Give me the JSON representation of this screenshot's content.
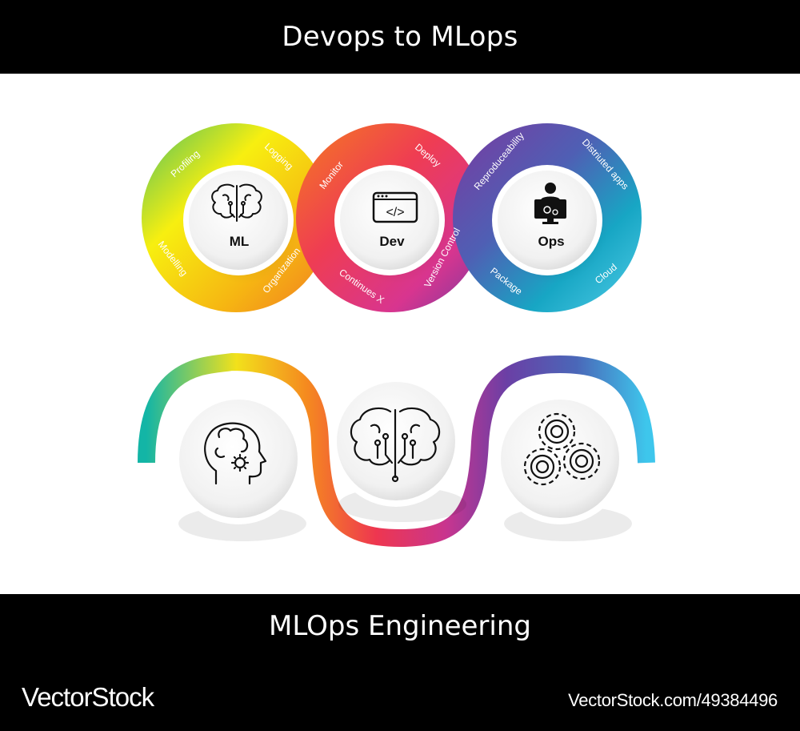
{
  "header": {
    "title": "Devops to MLops"
  },
  "top_diagram": {
    "circles": [
      {
        "label": "ML",
        "icon": "brain-circuit-icon",
        "ring_labels": [
          "Profiling",
          "Logging",
          "Modelling",
          "Organization"
        ]
      },
      {
        "label": "Dev",
        "icon": "code-window-icon",
        "ring_labels": [
          "Monitor",
          "Deploy",
          "Continues X",
          "Version Control"
        ]
      },
      {
        "label": "Ops",
        "icon": "operator-monitor-icon",
        "ring_labels": [
          "Reproduceability",
          "Distriuted apps",
          "Package",
          "Cloud"
        ]
      }
    ]
  },
  "bottom_diagram": {
    "nodes": [
      {
        "icon": "head-gear-icon"
      },
      {
        "icon": "brain-circuit-icon"
      },
      {
        "icon": "gears-icon"
      }
    ]
  },
  "footer": {
    "title": "MLOps Engineering",
    "brand": "VectorStock",
    "image_id": "VectorStock.com/49384496"
  },
  "colors": {
    "ring_ml": [
      "#5fc455",
      "#f7ef10",
      "#f5a20f",
      "#ef5a2a"
    ],
    "ring_dev": [
      "#f26b2c",
      "#ee3c5c",
      "#d83c8e",
      "#7e3c9c"
    ],
    "ring_ops": [
      "#6a4aa6",
      "#3b78bf",
      "#17a9c4",
      "#4cc9e6"
    ]
  }
}
